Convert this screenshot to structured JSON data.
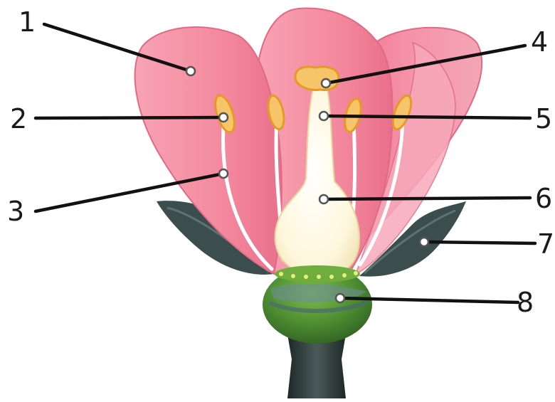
{
  "labels": [
    {
      "id": "part-1",
      "number": "1"
    },
    {
      "id": "part-2",
      "number": "2"
    },
    {
      "id": "part-3",
      "number": "3"
    },
    {
      "id": "part-4",
      "number": "4"
    },
    {
      "id": "part-5",
      "number": "5"
    },
    {
      "id": "part-6",
      "number": "6"
    },
    {
      "id": "part-7",
      "number": "7"
    },
    {
      "id": "part-8",
      "number": "8"
    }
  ],
  "colors": {
    "petal": "#f4899e",
    "petal_light": "#fbb3c0",
    "petal_edge": "#e06a84",
    "sepal": "#3b4d4c",
    "receptacle": "#3f7a2e",
    "receptacle_light": "#6fae3e",
    "pistil": "#fffbe8",
    "anther": "#f0b040",
    "stalk": "#2f3a3a",
    "leader": "#111111"
  }
}
